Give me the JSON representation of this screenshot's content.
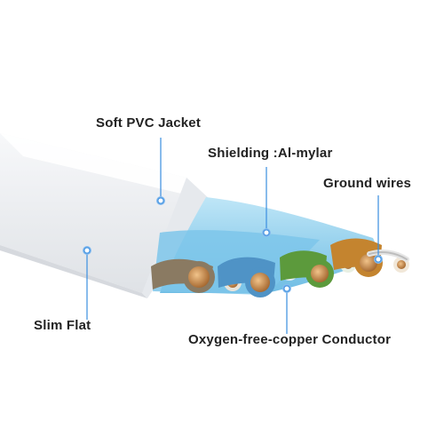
{
  "labels": {
    "jacket": "Soft PVC Jacket",
    "shielding": "Shielding :Al-mylar",
    "ground": "Ground wires",
    "slim": "Slim Flat",
    "conductor": "Oxygen-free-copper Conductor"
  },
  "colors": {
    "leader": "#3a8ee0",
    "jacket": "#f4f5f7",
    "shield": "#8fd0ee",
    "pair_brown": "#8a7a62",
    "pair_blue": "#4f93c6",
    "pair_green": "#5c9a3c",
    "pair_orange": "#c4842f",
    "copper": "#c98a4a",
    "text": "#222222"
  }
}
